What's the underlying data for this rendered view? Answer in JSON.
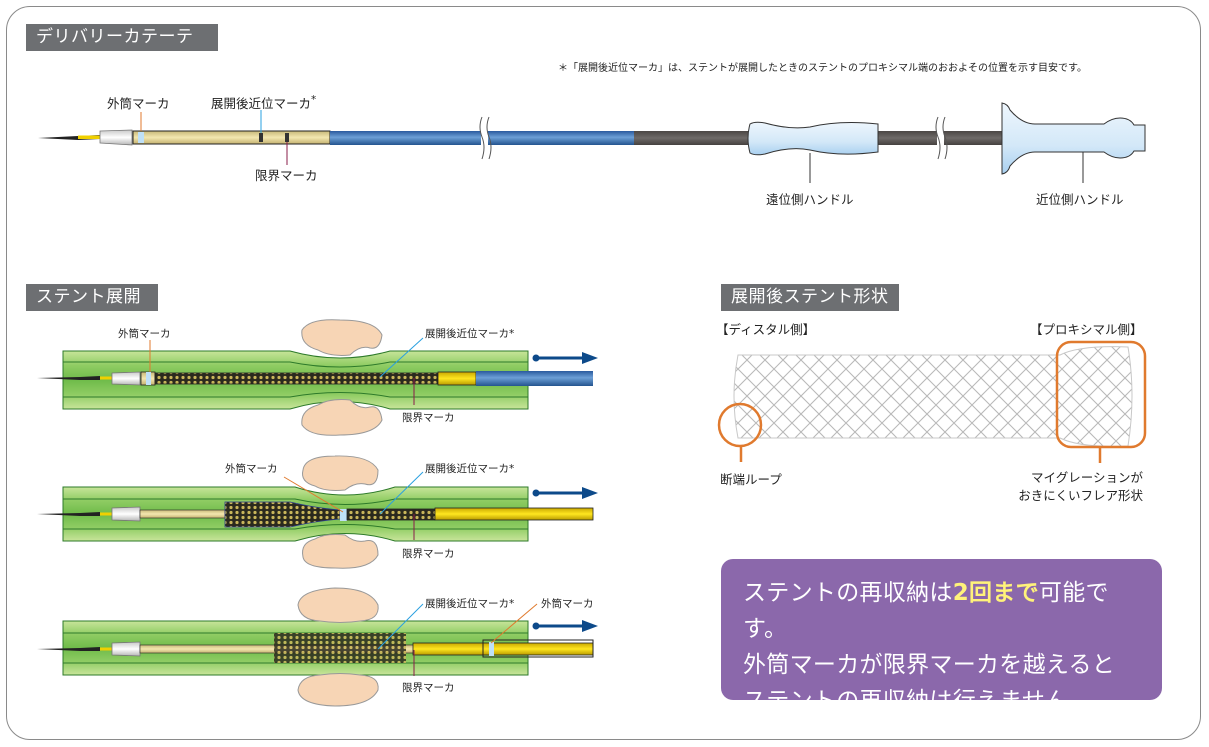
{
  "sections": {
    "delivery_catheter": "デリバリーカテーテル",
    "stent_deployment": "ステント展開",
    "deployed_stent_shape": "展開後ステント形状"
  },
  "footnote": "＊「展開後近位マーカ」は、ステントが展開したときのステントのプロキシマル端のおおよその位置を示す目安です。",
  "catheter_labels": {
    "outer_marker": "外筒マーカ",
    "post_deploy_proximal_marker": "展開後近位マーカ",
    "asterisk": "*",
    "limit_marker": "限界マーカ",
    "distal_handle": "遠位側ハンドル",
    "proximal_handle": "近位側ハンドル"
  },
  "deployment_steps": [
    {
      "outer_marker": "外筒マーカ",
      "proximal_marker": "展開後近位マーカ*",
      "limit_marker": "限界マーカ"
    },
    {
      "outer_marker": "外筒マーカ",
      "proximal_marker": "展開後近位マーカ*",
      "limit_marker": "限界マーカ"
    },
    {
      "outer_marker": "外筒マーカ",
      "proximal_marker": "展開後近位マーカ*",
      "limit_marker": "限界マーカ"
    }
  ],
  "stent_shape": {
    "distal_side": "【ディスタル側】",
    "proximal_side": "【プロキシマル側】",
    "cut_end_loop": "断端ループ",
    "flare_line1": "マイグレーションが",
    "flare_line2": "おきにくいフレア形状"
  },
  "callout": {
    "line1_pre": "ステントの再収納は",
    "line1_highlight": "2回まで",
    "line1_post": "可能です。",
    "line2": "外筒マーカが限界マーカを越えると",
    "line3": "ステントの再収納は行えません。"
  },
  "colors": {
    "section_bg": "#6d6f72",
    "callout_bg": "#8b68ab",
    "highlight": "#fff27a",
    "catheter_blue": "#3a6fb3",
    "shaft_gray": "#5d5a58",
    "vessel_green": "#7cc35a",
    "marker_orange": "#e07a2e",
    "arrow_navy": "#0d4a8a"
  }
}
